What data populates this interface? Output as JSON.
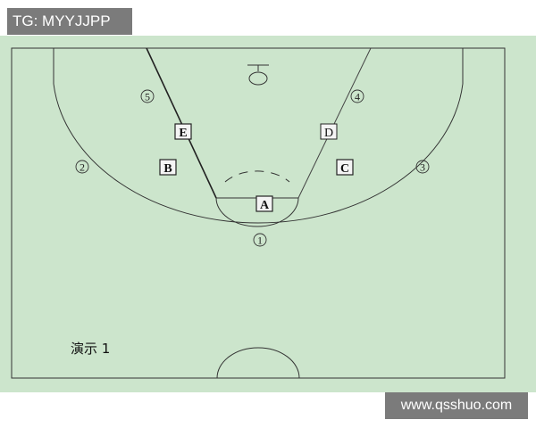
{
  "watermark_top": "TG: MYYJJPP",
  "watermark_bottom": "www.qsshuo.com",
  "caption": "演示 1",
  "players": [
    {
      "label": "A"
    },
    {
      "label": "B"
    },
    {
      "label": "C"
    },
    {
      "label": "D"
    },
    {
      "label": "E"
    }
  ],
  "positions": [
    {
      "label": "1"
    },
    {
      "label": "2"
    },
    {
      "label": "3"
    },
    {
      "label": "4"
    },
    {
      "label": "5"
    }
  ],
  "colors": {
    "court": "#cce5cc",
    "lines": "#333333",
    "tag_bg": "#7b7b7b"
  }
}
